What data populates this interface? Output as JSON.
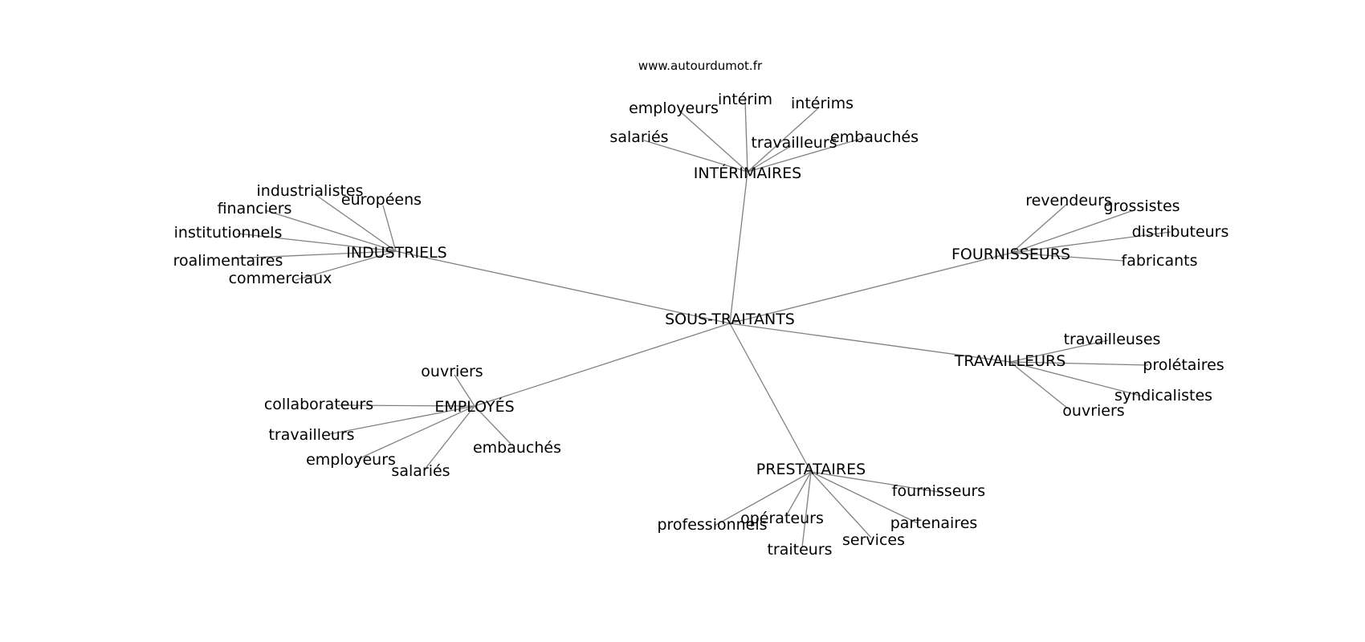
{
  "watermark": "www.autourdumot.fr",
  "graph": {
    "center": "SOUS-TRAITANTS",
    "clusters": [
      {
        "id": "interimaires",
        "label": "INTÉRIMAIRES",
        "leaves": [
          "employeurs",
          "intérim",
          "intérims",
          "salariés",
          "travailleurs",
          "embauchés"
        ]
      },
      {
        "id": "industriels",
        "label": "INDUSTRIELS",
        "leaves": [
          "industrialistes",
          "européens",
          "financiers",
          "institutionnels",
          "roalimentaires",
          "commerciaux"
        ]
      },
      {
        "id": "fournisseurs",
        "label": "FOURNISSEURS",
        "leaves": [
          "revendeurs",
          "grossistes",
          "distributeurs",
          "fabricants"
        ]
      },
      {
        "id": "travailleurs",
        "label": "TRAVAILLEURS",
        "leaves": [
          "travailleuses",
          "prolétaires",
          "syndicalistes",
          "ouvriers"
        ]
      },
      {
        "id": "employes",
        "label": "EMPLOYÉS",
        "leaves": [
          "ouvriers",
          "collaborateurs",
          "travailleurs",
          "employeurs",
          "salariés",
          "embauchés"
        ]
      },
      {
        "id": "prestataires",
        "label": "PRESTATAIRES",
        "leaves": [
          "fournisseurs",
          "opérateurs",
          "partenaires",
          "professionnels",
          "traiteurs",
          "services"
        ]
      }
    ]
  }
}
